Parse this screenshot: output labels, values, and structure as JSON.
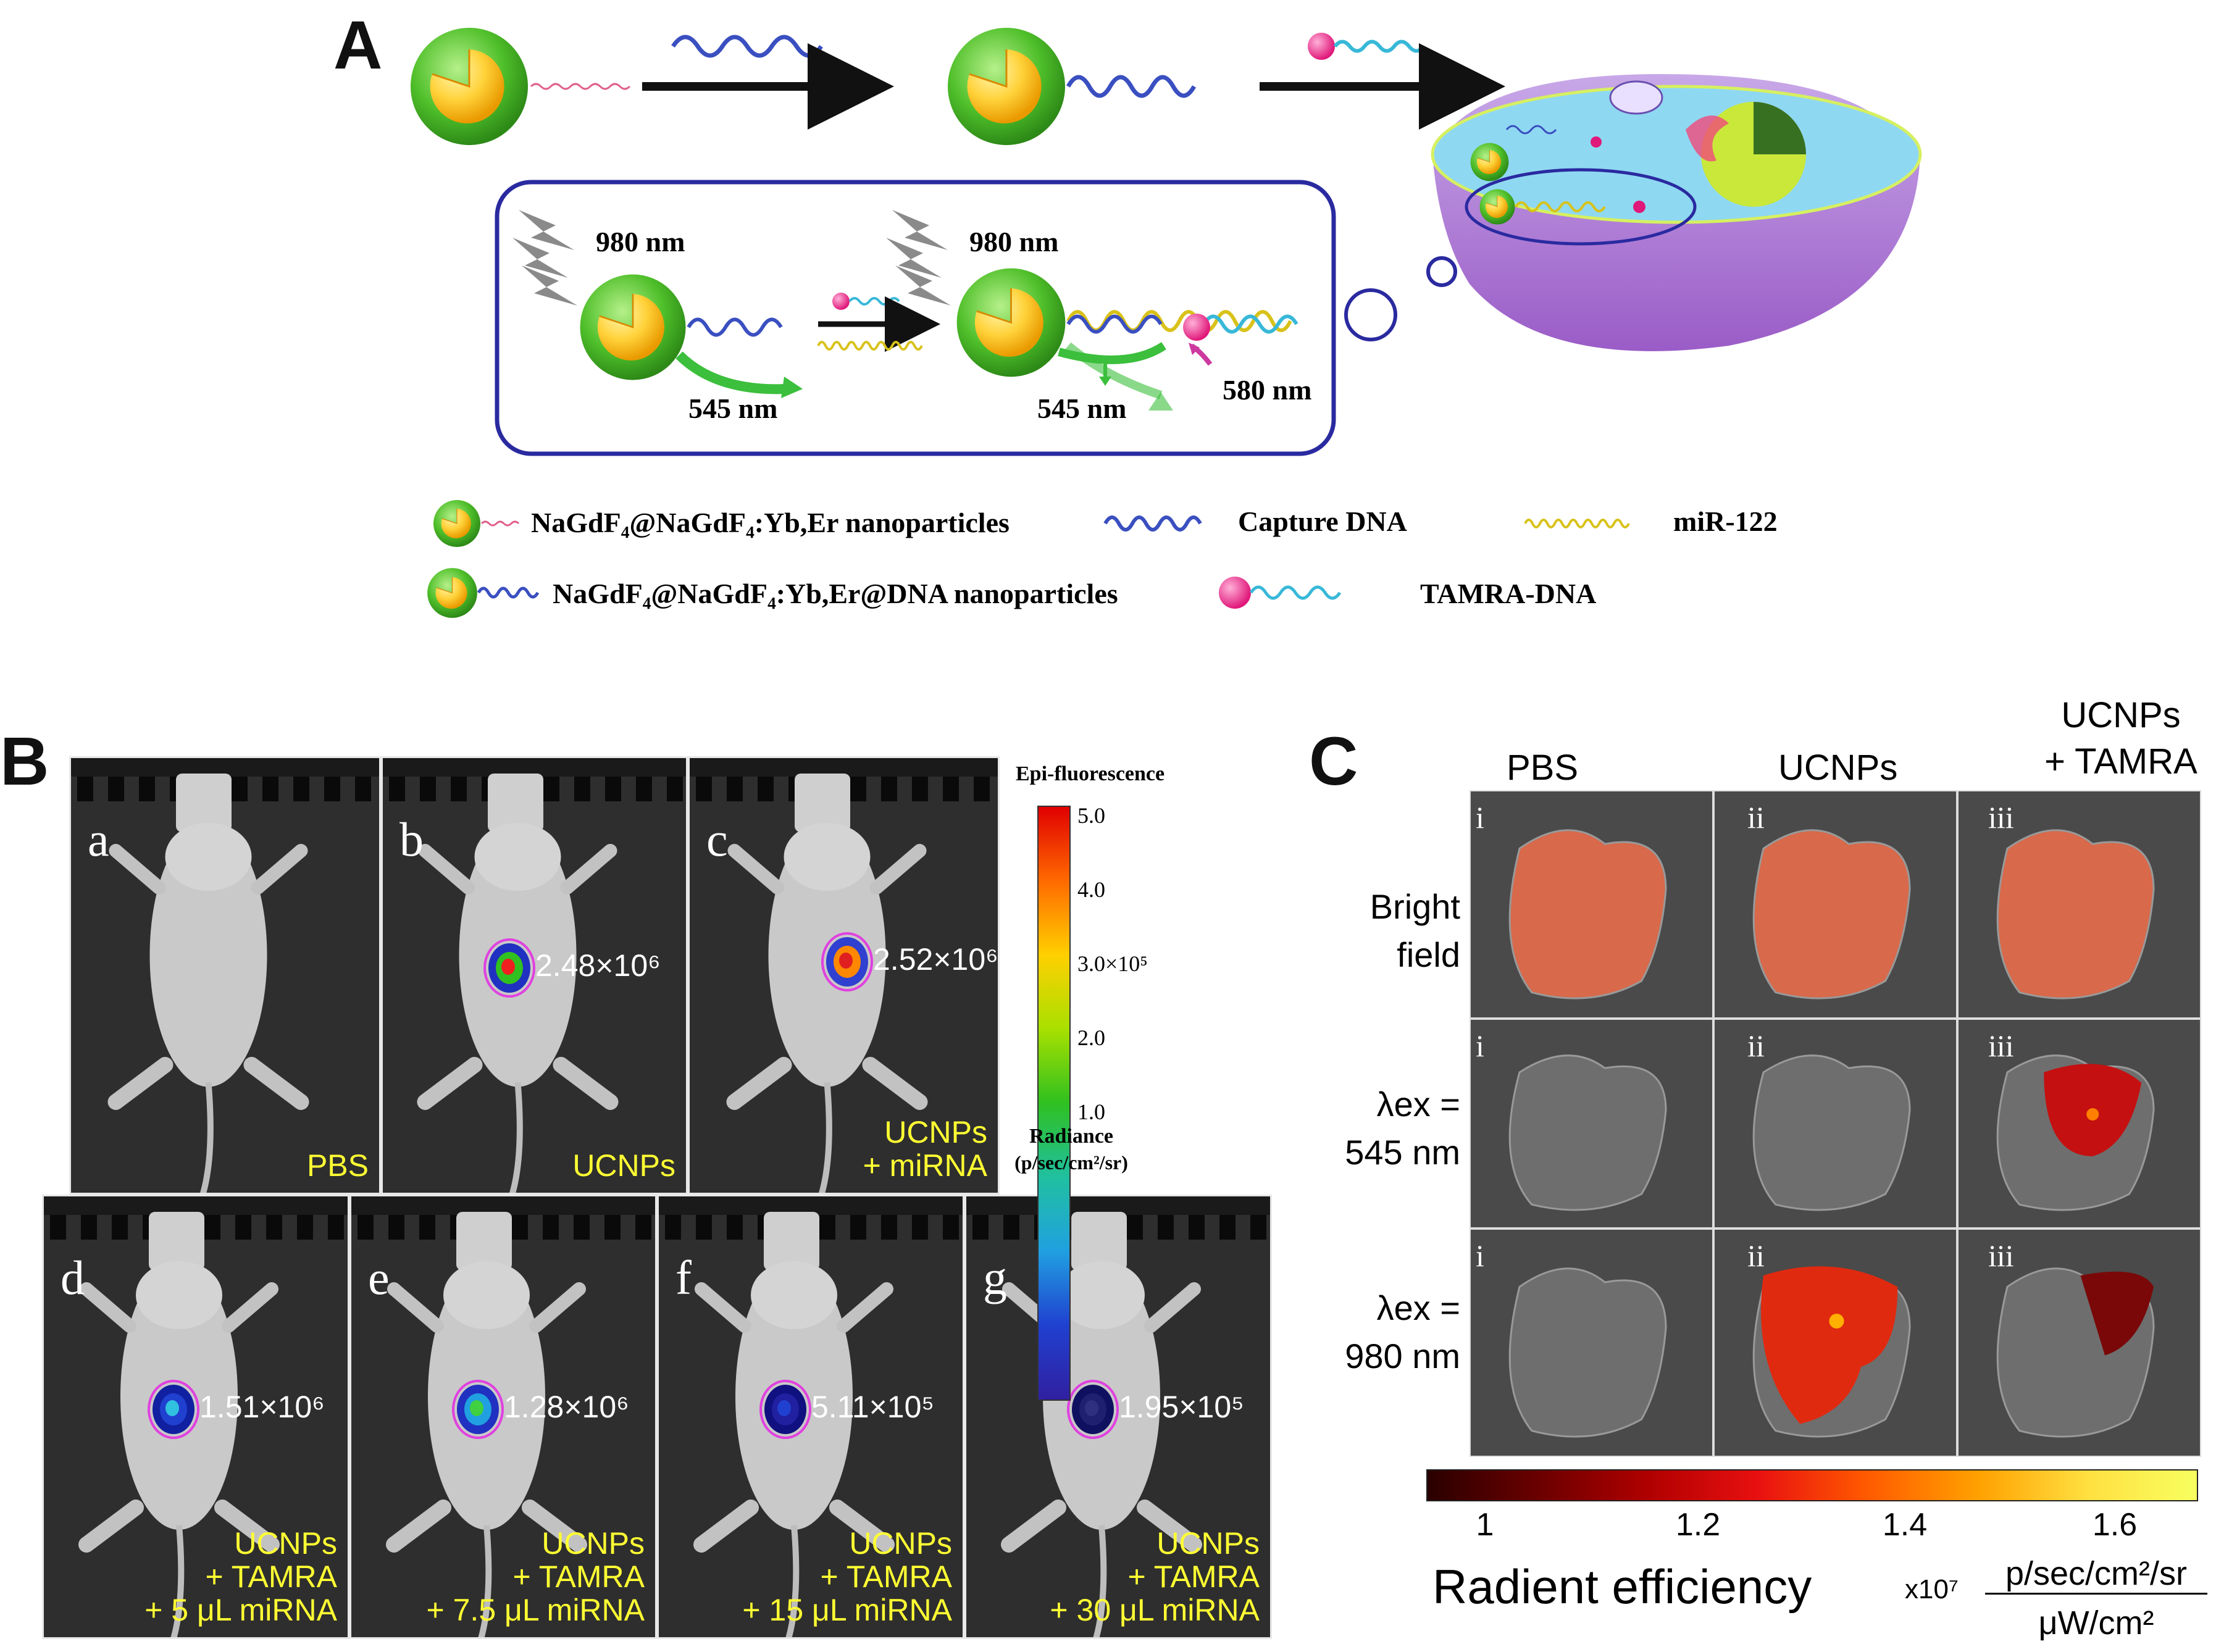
{
  "panel_a": {
    "letter": "A",
    "inset_labels": {
      "ex1": "980 nm",
      "ex2": "980 nm",
      "em1": "545 nm",
      "em2": "545 nm",
      "em3": "580 nm"
    },
    "legend": {
      "np": "NaGdF₄@NaGdF₄:Yb,Er nanoparticles",
      "npdna": "NaGdF₄@NaGdF₄:Yb,Er@DNA nanoparticles",
      "capture": "Capture DNA",
      "mirna": "miR-122",
      "tamra": "TAMRA-DNA"
    }
  },
  "panel_b": {
    "letter": "B",
    "mice": [
      {
        "id": "a",
        "caption": [
          "PBS"
        ],
        "value": ""
      },
      {
        "id": "b",
        "caption": [
          "UCNPs"
        ],
        "value": "2.48×10⁶"
      },
      {
        "id": "c",
        "caption": [
          "UCNPs",
          "+ miRNA"
        ],
        "value": "2.52×10⁶"
      },
      {
        "id": "d",
        "caption": [
          "UCNPs",
          "+ TAMRA",
          "+ 5 μL miRNA"
        ],
        "value": "1.51×10⁶"
      },
      {
        "id": "e",
        "caption": [
          "UCNPs",
          "+ TAMRA",
          "+ 7.5 μL miRNA"
        ],
        "value": "1.28×10⁶"
      },
      {
        "id": "f",
        "caption": [
          "UCNPs",
          "+ TAMRA",
          "+ 15 μL miRNA"
        ],
        "value": "5.11×10⁵"
      },
      {
        "id": "g",
        "caption": [
          "UCNPs",
          "+ TAMRA",
          "+ 30 μL miRNA"
        ],
        "value": "1.95×10⁵"
      }
    ],
    "colorbar": {
      "title": "Epi-fluorescence",
      "ticks": [
        "5.0",
        "4.0",
        "3.0×10⁵",
        "2.0",
        "1.0"
      ],
      "unit_line1": "Radiance",
      "unit_line2": "(p/sec/cm²/sr)"
    }
  },
  "panel_c": {
    "letter": "C",
    "columns": [
      "PBS",
      "UCNPs",
      "UCNPs",
      "+ TAMRA"
    ],
    "rows": [
      [
        "Bright",
        "field"
      ],
      [
        "λex =",
        "545 nm"
      ],
      [
        "λex =",
        "980 nm"
      ]
    ],
    "tile_labels": [
      "i",
      "ii",
      "iii"
    ],
    "colorbar": {
      "ticks": [
        "1",
        "1.2",
        "1.4",
        "1.6"
      ],
      "label": "Radient efficiency",
      "multiplier": "x10⁷",
      "unit_num": "p/sec/cm²/sr",
      "unit_den": "μW/cm²"
    }
  }
}
